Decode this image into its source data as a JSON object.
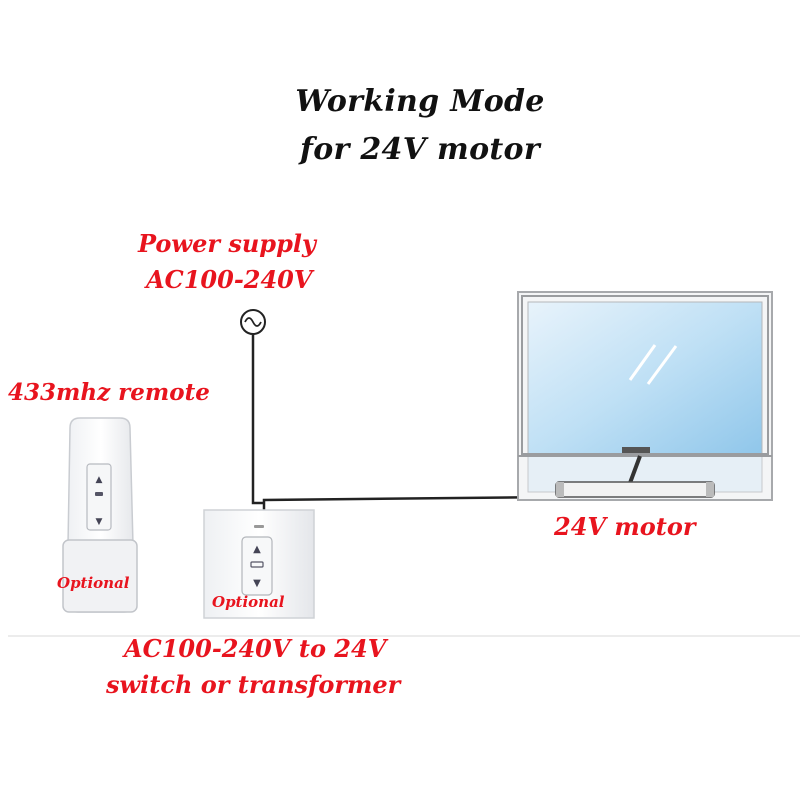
{
  "title": {
    "line1": "Working Mode",
    "line2": "for 24V motor"
  },
  "labels": {
    "power_supply_line1": "Power supply",
    "power_supply_line2": "AC100-240V",
    "remote": "433mhz remote",
    "remote_optional": "Optional",
    "switch_optional": "Optional",
    "motor": "24V motor",
    "transformer_line1": "AC100-240V to 24V",
    "transformer_line2": "switch or transformer"
  },
  "colors": {
    "label_red": "#e8141e",
    "title_black": "#111111",
    "wire": "#222222"
  },
  "icons": {
    "ac_source": "ac-source-icon",
    "remote": "remote-control-icon",
    "wall_switch": "wall-switch-icon",
    "window": "window-icon",
    "motor": "actuator-motor-icon"
  }
}
